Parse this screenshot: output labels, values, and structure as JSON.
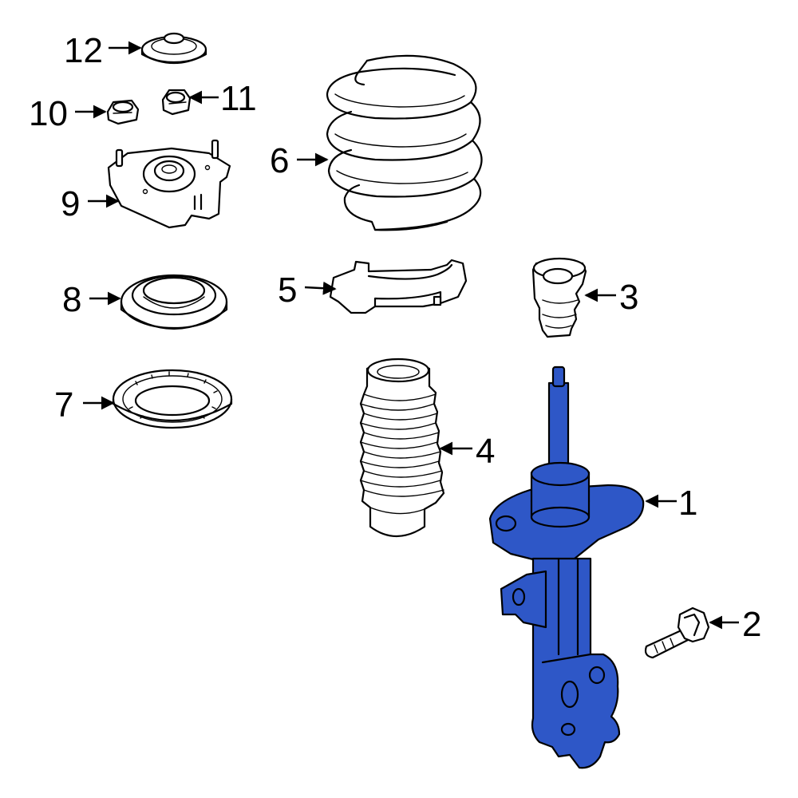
{
  "colors": {
    "highlight": "#2e57c7",
    "outline": "#000000",
    "background": "#ffffff"
  },
  "callouts": [
    {
      "id": "1",
      "label": "1"
    },
    {
      "id": "2",
      "label": "2"
    },
    {
      "id": "3",
      "label": "3"
    },
    {
      "id": "4",
      "label": "4"
    },
    {
      "id": "5",
      "label": "5"
    },
    {
      "id": "6",
      "label": "6"
    },
    {
      "id": "7",
      "label": "7"
    },
    {
      "id": "8",
      "label": "8"
    },
    {
      "id": "9",
      "label": "9"
    },
    {
      "id": "10",
      "label": "10"
    },
    {
      "id": "11",
      "label": "11"
    },
    {
      "id": "12",
      "label": "12"
    }
  ]
}
